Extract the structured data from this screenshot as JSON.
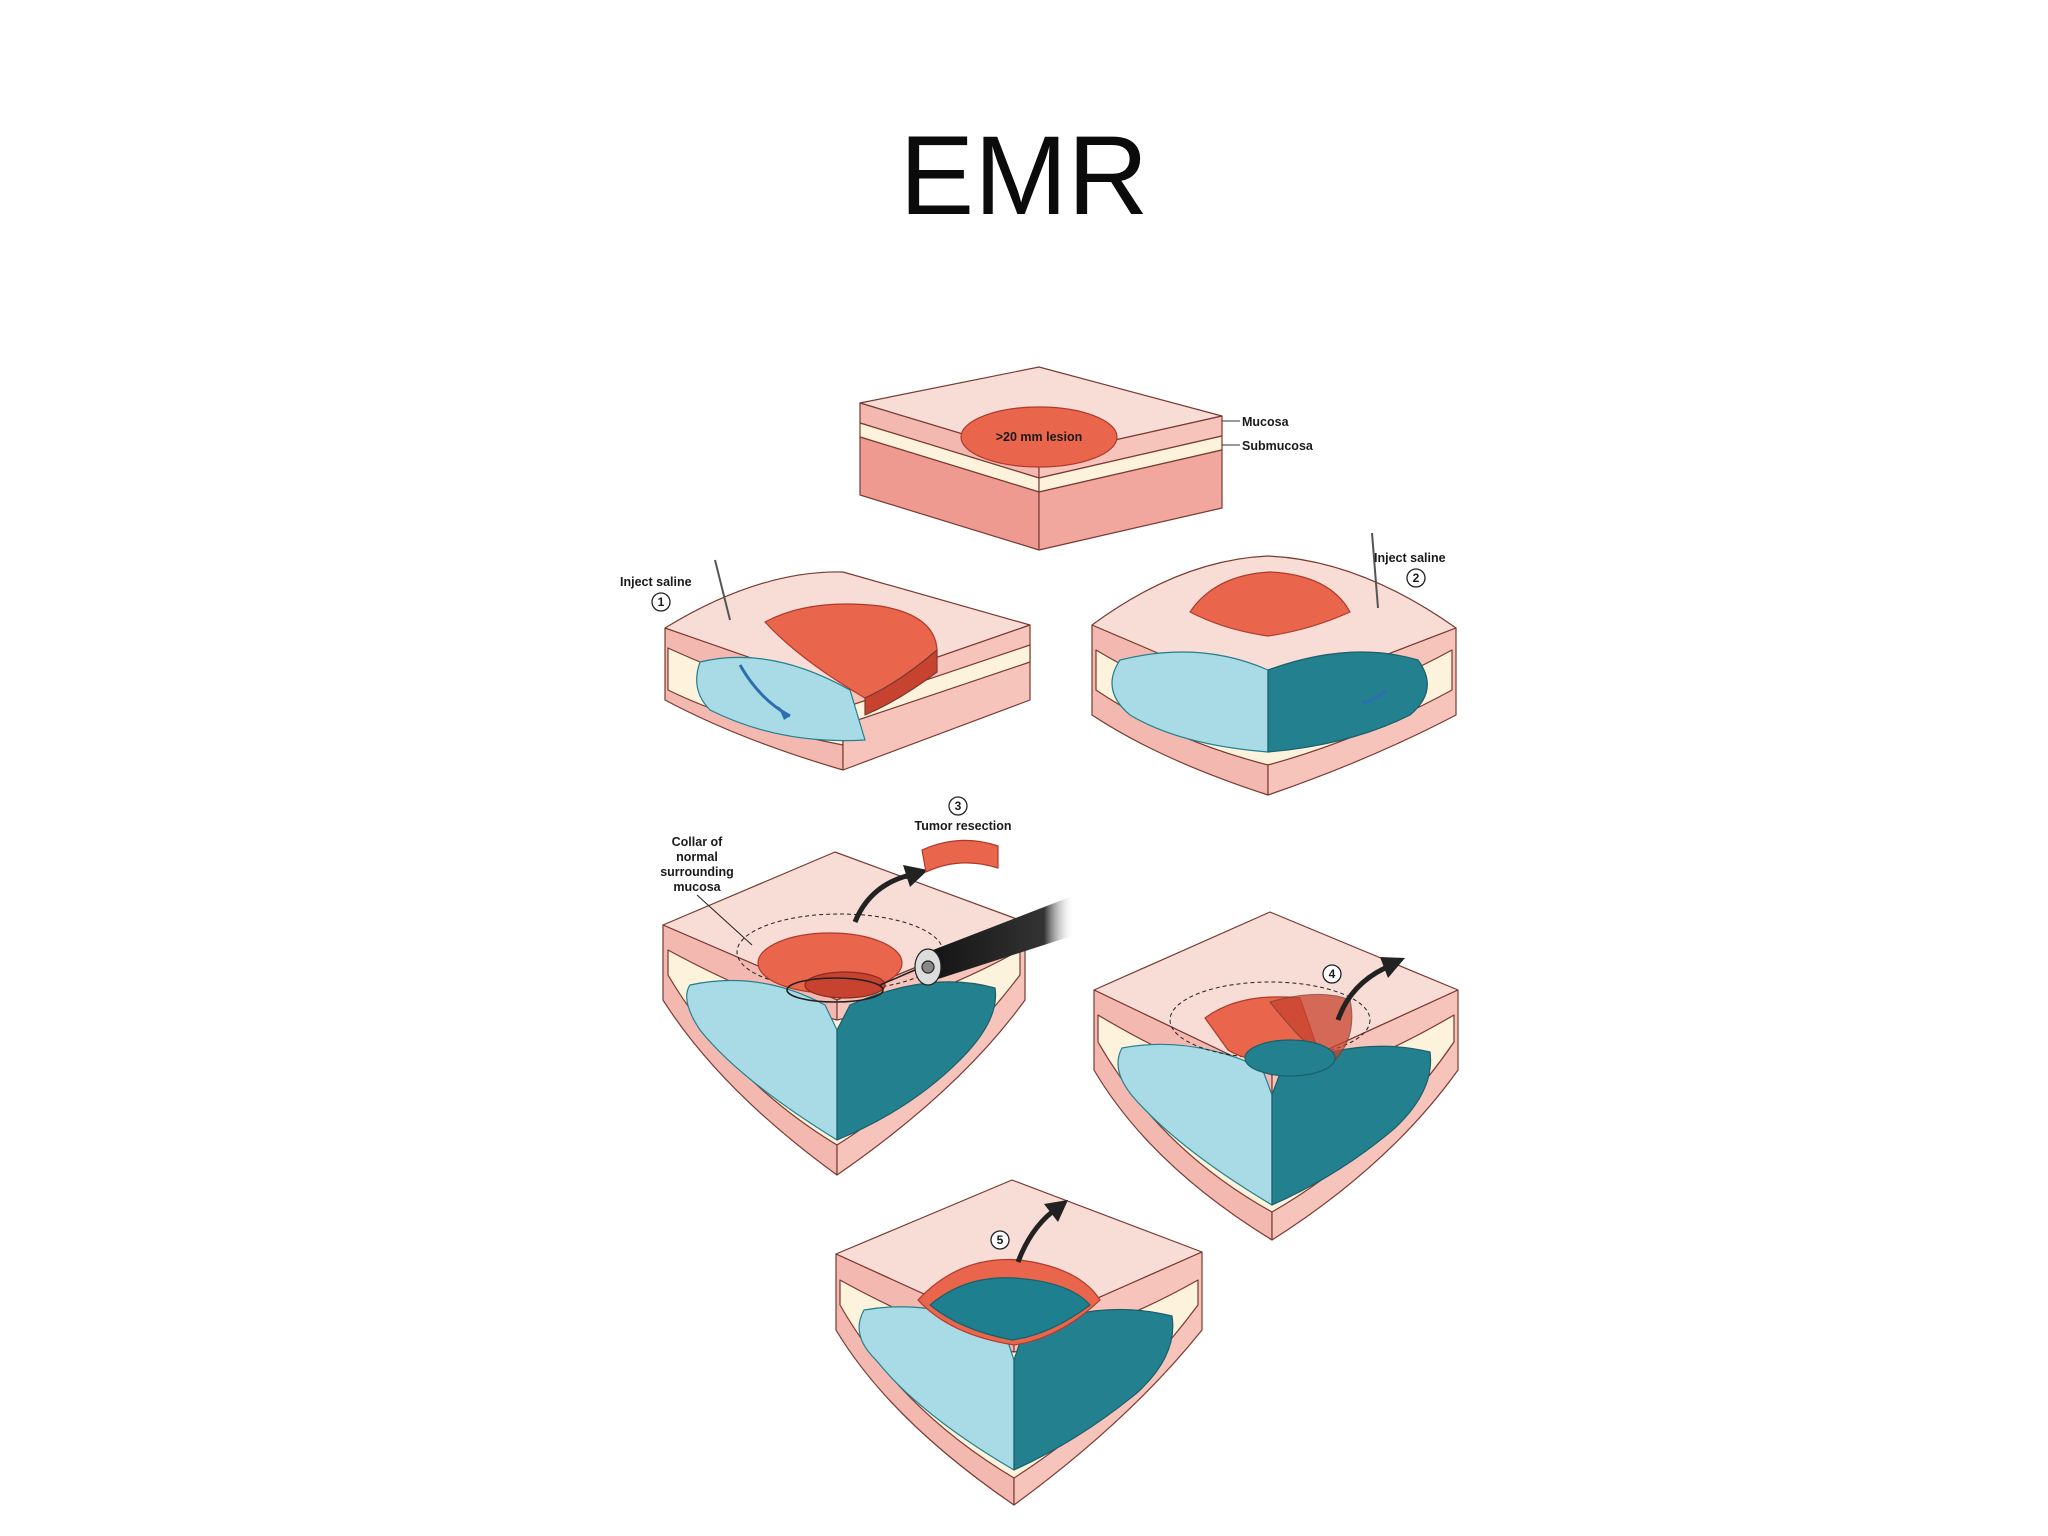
{
  "slide": {
    "title": "EMR"
  },
  "figure": {
    "labels": {
      "lesion": ">20 mm lesion",
      "mucosa": "Mucosa",
      "submucosa": "Submucosa",
      "inject_saline_1": "Inject saline",
      "inject_saline_2": "Inject saline",
      "tumor_resection": "Tumor resection",
      "collar_line1": "Collar of",
      "collar_line2": "normal",
      "collar_line3": "surrounding",
      "collar_line4": "mucosa"
    },
    "steps": {
      "s1": "1",
      "s2": "2",
      "s3": "3",
      "s4": "4",
      "s5": "5"
    },
    "colors": {
      "mucosa": "#f8dcd6",
      "mucosa_side": "#f3b9b0",
      "submucosa": "#fdf3dc",
      "muscle": "#ef9a90",
      "lesion": "#e9664d",
      "lesion_dark": "#c8432f",
      "saline_light": "#a8dbe6",
      "saline_dark": "#23808f",
      "outline": "#7a3a32"
    }
  }
}
